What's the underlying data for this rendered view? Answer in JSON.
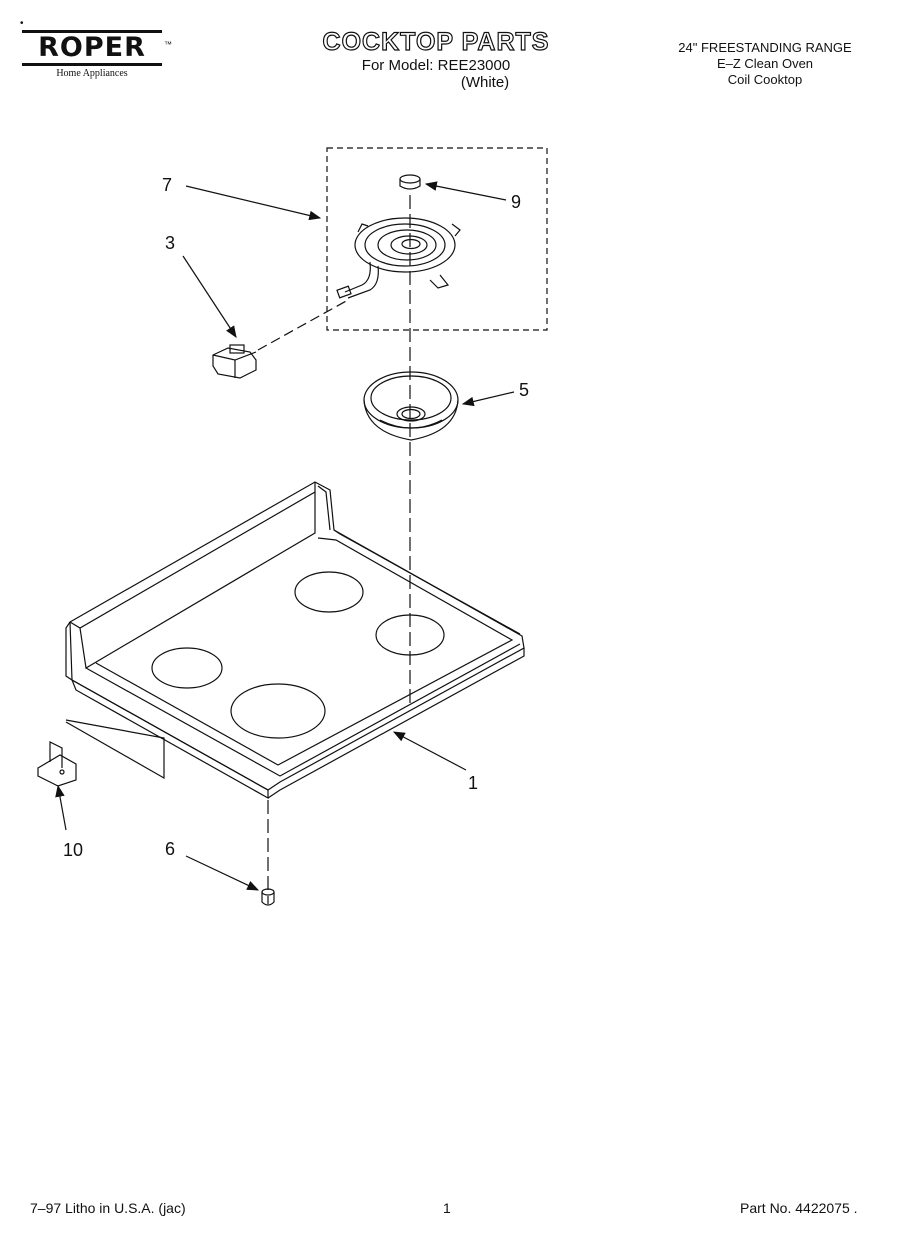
{
  "logo": {
    "brand": "ROPER",
    "sub": "Home Appliances",
    "tm": "™",
    "dot": "•"
  },
  "header": {
    "title": "COCKTOP PARTS",
    "model": "For Model: REE23000",
    "color": "(White)",
    "right": [
      "24\" FREESTANDING RANGE",
      "E–Z Clean Oven",
      "Coil Cooktop"
    ]
  },
  "callouts": {
    "c7": "7",
    "c3": "3",
    "c9": "9",
    "c5": "5",
    "c1": "1",
    "c10": "10",
    "c6": "6"
  },
  "footer": {
    "left": "7–97 Litho in U.S.A. (jac)",
    "center": "1",
    "right": "Part No. 4422075 ."
  }
}
